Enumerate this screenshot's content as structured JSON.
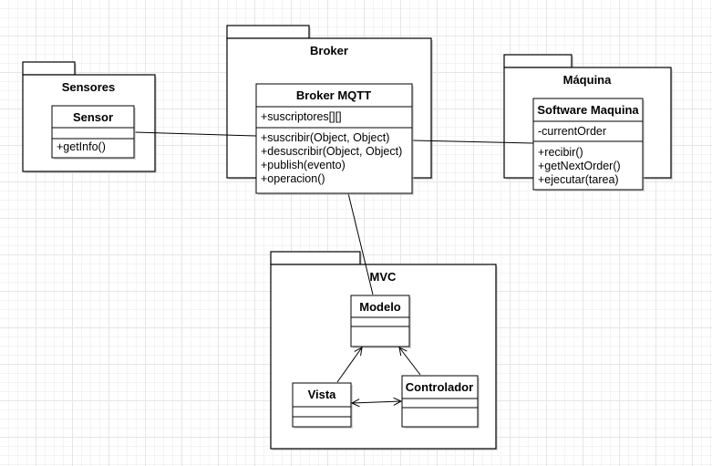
{
  "colors": {
    "stroke": "#000000",
    "fill": "#ffffff",
    "shadow": "#bdbdbd",
    "grid": "#e6e6e6"
  },
  "packages": {
    "sensores": {
      "name": "Sensores"
    },
    "broker": {
      "name": "Broker"
    },
    "maquina": {
      "name": "Máquina"
    },
    "mvc": {
      "name": "MVC"
    }
  },
  "classes": {
    "sensor": {
      "name": "Sensor",
      "attributes": [],
      "methods": [
        "+getInfo()"
      ]
    },
    "broker_mqtt": {
      "name": "Broker MQTT",
      "attributes": [
        "+suscriptores[][]"
      ],
      "methods": [
        "+suscribir(Object, Object)",
        "+desuscribir(Object, Object)",
        "+publish(evento)",
        "+operacion()"
      ]
    },
    "software_maquina": {
      "name": "Software Maquina",
      "attributes": [
        "-currentOrder"
      ],
      "methods": [
        "+recibir()",
        "+getNextOrder()",
        "+ejecutar(tarea)"
      ]
    },
    "modelo": {
      "name": "Modelo",
      "attributes": [],
      "methods": []
    },
    "vista": {
      "name": "Vista",
      "attributes": [],
      "methods": []
    },
    "controlador": {
      "name": "Controlador",
      "attributes": [],
      "methods": []
    }
  },
  "connections": [
    {
      "from": "Sensor",
      "to": "Broker MQTT",
      "type": "association"
    },
    {
      "from": "Broker MQTT",
      "to": "Software Maquina",
      "type": "association"
    },
    {
      "from": "Broker MQTT",
      "to": "Modelo",
      "type": "association"
    },
    {
      "from": "Vista",
      "to": "Modelo",
      "type": "dependency-arrow"
    },
    {
      "from": "Controlador",
      "to": "Modelo",
      "type": "dependency-arrow"
    },
    {
      "from": "Vista",
      "to": "Controlador",
      "type": "bidirectional-arrow"
    }
  ]
}
